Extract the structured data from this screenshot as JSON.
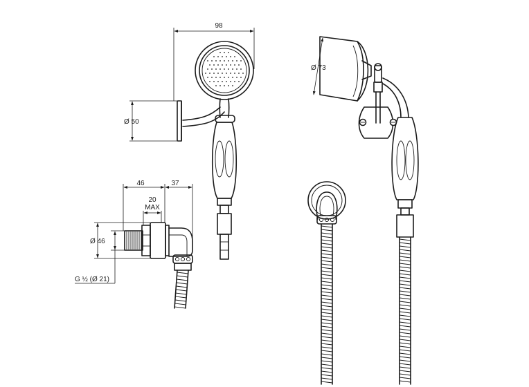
{
  "dimensions": {
    "hand_shower_width": "98",
    "wall_plate_diameter": "Ø 50",
    "shower_head_diameter": "Ø 73",
    "outlet_depth": "46",
    "elbow_depth": "37",
    "adjustment_value": "20",
    "adjustment_note": "MAX",
    "outlet_diameter": "Ø 46",
    "thread_spec": "G ½ (Ø 21)"
  }
}
